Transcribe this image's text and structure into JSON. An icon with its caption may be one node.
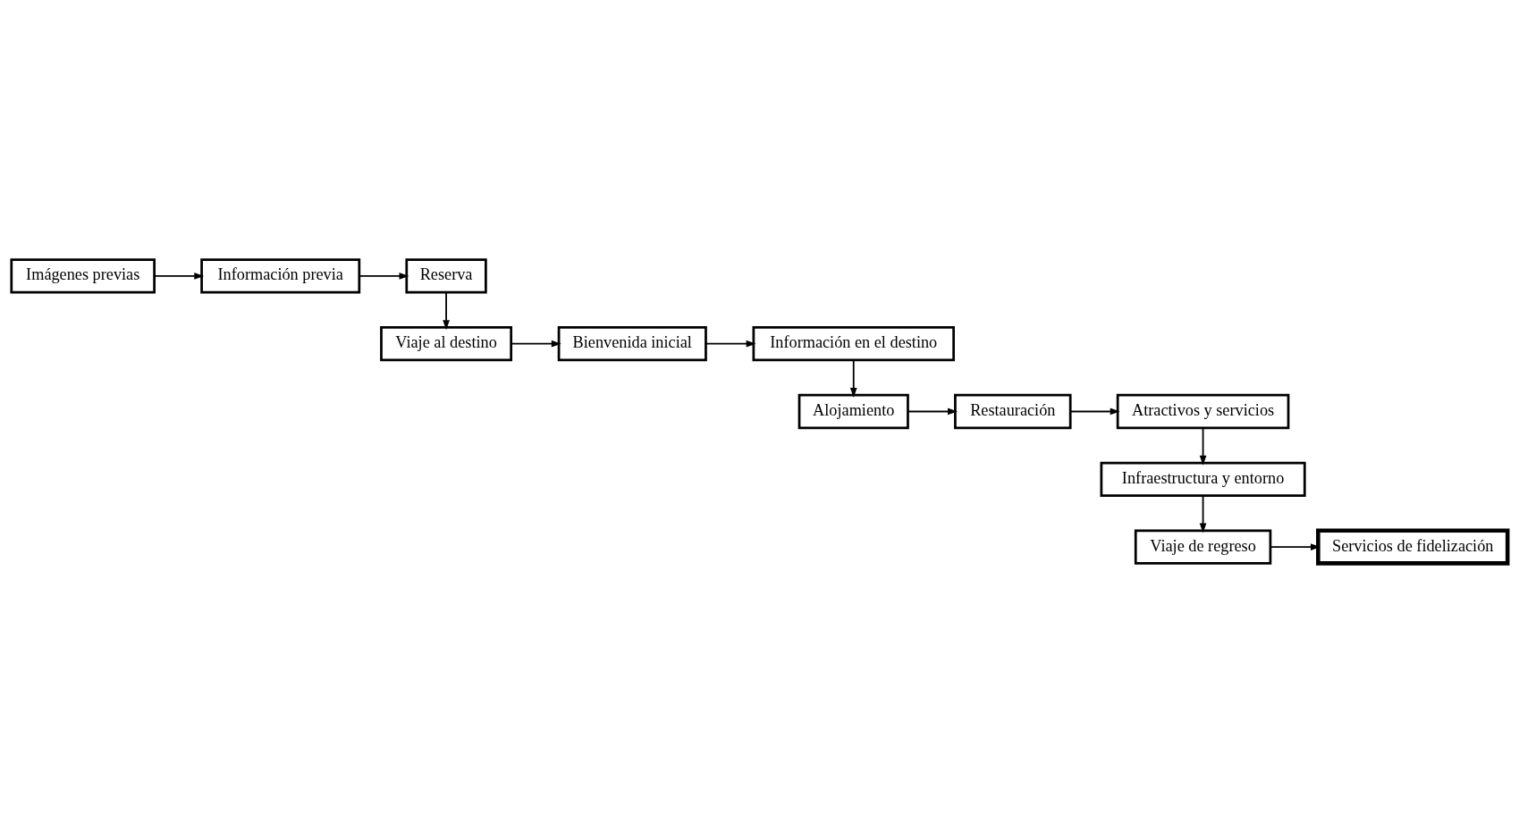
{
  "diagram": {
    "nodes": [
      {
        "text": [
          "Imágenes previas"
        ]
      },
      {
        "text": [
          "Información previa"
        ]
      },
      {
        "text": [
          "Reserva"
        ]
      },
      {
        "text": [
          "Viaje al destino"
        ]
      },
      {
        "text": [
          "Bienvenida inicial"
        ]
      },
      {
        "text": [
          "Información en el destino"
        ]
      },
      {
        "text": [
          "Alojamiento"
        ]
      },
      {
        "text": [
          "Restauración"
        ]
      },
      {
        "text": [
          "Atractivos y servicios"
        ]
      },
      {
        "text": [
          "Infraestructura y entorno"
        ]
      },
      {
        "text": [
          "Viaje de regreso"
        ]
      },
      {
        "text": [
          "Servicios de fidelización"
        ]
      }
    ],
    "edges": [
      {
        "from": 0,
        "to": 1,
        "arrow": "to"
      },
      {
        "from": 1,
        "to": 2,
        "arrow": "to"
      },
      {
        "from": 2,
        "to": 3,
        "arrow": "to"
      },
      {
        "from": 3,
        "to": 4,
        "arrow": "to"
      },
      {
        "from": 4,
        "to": 5,
        "arrow": "to"
      },
      {
        "from": 5,
        "to": 6,
        "arrow": "to"
      },
      {
        "from": 6,
        "to": 7,
        "arrow": "to"
      },
      {
        "from": 7,
        "to": 8,
        "arrow": "to"
      },
      {
        "from": 8,
        "to": 9,
        "arrow": "to"
      },
      {
        "from": 9,
        "to": 10,
        "arrow": "to"
      },
      {
        "from": 10,
        "to": 11,
        "arrow": "to"
      }
    ]
  }
}
